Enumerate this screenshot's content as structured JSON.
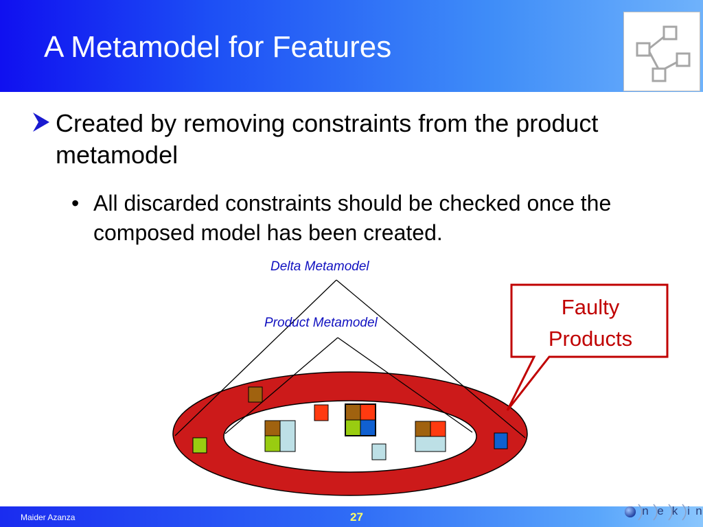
{
  "slide": {
    "title": "A Metamodel for Features",
    "bullet_main": "Created by removing constraints from the product metamodel",
    "bullet_sub": "All discarded constraints should be checked once the composed model has been created.",
    "sub_bullet_glyph": "•"
  },
  "diagram": {
    "delta_label": "Delta Metamodel",
    "product_label": "Product Metamodel",
    "callout_line1": "Faulty",
    "callout_line2": "Products",
    "colors": {
      "ring": "#cc1a1a",
      "callout_border": "#c00000",
      "label": "#1010c0",
      "brown": "#a0620f",
      "orange_red": "#ff3a10",
      "lime": "#99cc11",
      "blue": "#1060d0",
      "light_blue": "#bde0e6"
    }
  },
  "footer": {
    "author": "Maider Azanza",
    "page_number": "27",
    "logo_letters": [
      "n",
      "e",
      "k",
      "i",
      "n"
    ]
  },
  "icons": {
    "header_logo": "connected-boxes-diagram-icon",
    "bullet_arrow": "arrow-bullet-icon",
    "footer_logo": "onekin-logo"
  }
}
